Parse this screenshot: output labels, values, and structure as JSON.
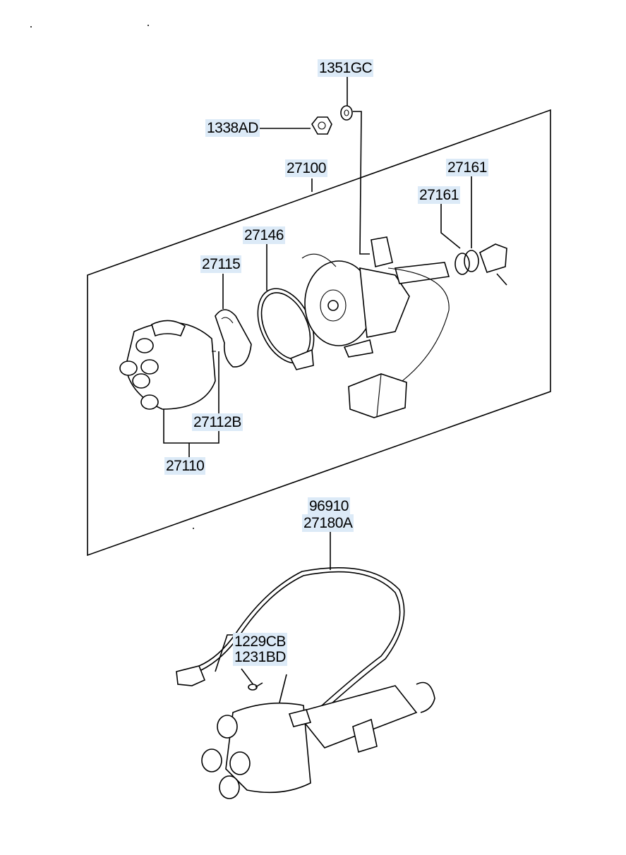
{
  "colors": {
    "label_highlight": "#dceaf7",
    "line": "#000000",
    "background": "#ffffff"
  },
  "callouts": {
    "c1351GC": "1351GC",
    "c1338AD": "1338AD",
    "c27100": "27100",
    "c27161a": "27161",
    "c27161b": "27161",
    "c27146": "27146",
    "c27115": "27115",
    "c27112B": "27112B",
    "c27110": "27110",
    "c96910": "96910",
    "c27180A": "27180A",
    "c1229CB": "1229CB",
    "c1231BD": "1231BD"
  }
}
